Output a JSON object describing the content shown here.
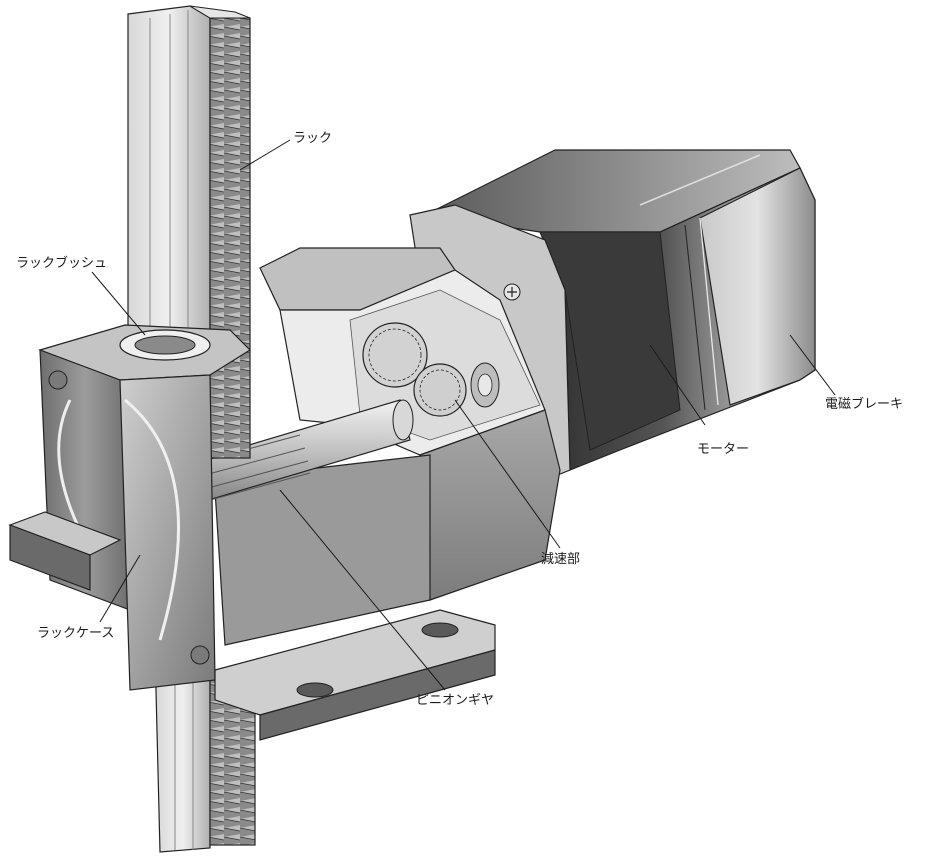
{
  "labels": {
    "rack": "ラック",
    "rack_bush": "ラックブッシュ",
    "brake": "電磁ブレーキ",
    "motor": "モーター",
    "reducer": "減速部",
    "rack_case": "ラックケース",
    "pinion": "ピニオンギヤ"
  },
  "colors": {
    "line": "#1a1a1a",
    "light": "#d9d9d9",
    "mid": "#a6a6a6",
    "dark": "#4d4d4d"
  }
}
